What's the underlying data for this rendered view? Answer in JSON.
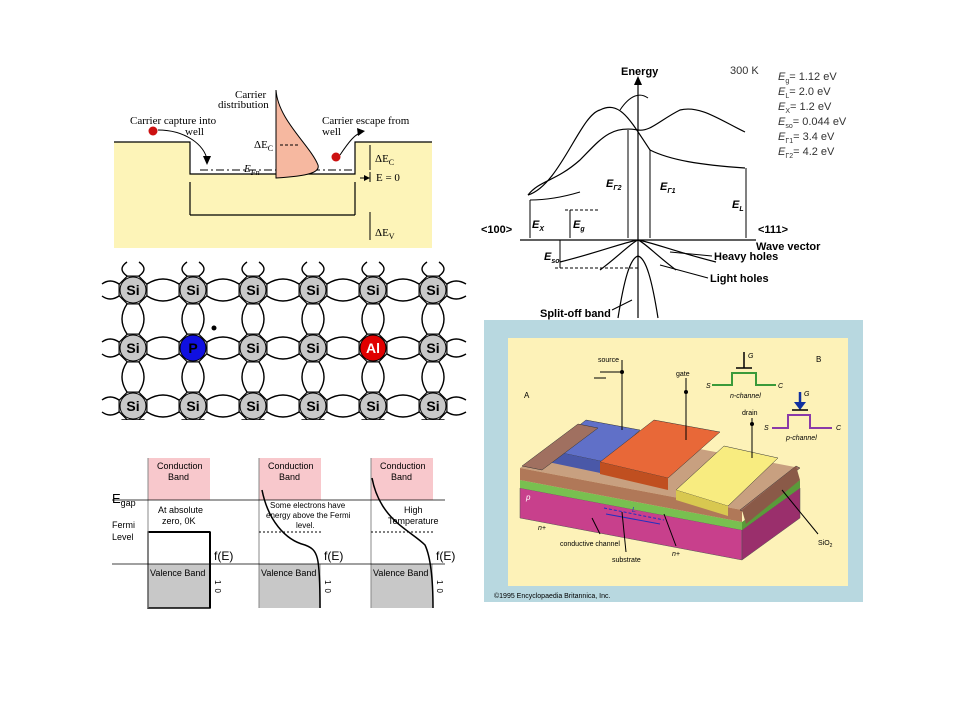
{
  "quantum_well": {
    "capture_label_1": "Carrier capture into",
    "capture_label_2": "well",
    "distribution_label_1": "Carrier",
    "distribution_label_2": "distribution",
    "escape_label_1": "Carrier escape from",
    "escape_label_2": "well",
    "delta_ec_inside": "ΔE",
    "delta_ec_inside_sub": "C",
    "efn": "E",
    "efn_sub": "Fn",
    "delta_ec_right": "ΔE",
    "delta_ec_right_sub": "C",
    "e_zero": "E = 0",
    "delta_ev": "ΔE",
    "delta_ev_sub": "V",
    "colors": {
      "band": "#fdf4b8",
      "distribution": "#f6b8a0",
      "carrier": "#cc1111"
    }
  },
  "band_structure": {
    "energy_label": "Energy",
    "temperature": "300 K",
    "params": [
      {
        "sym": "E",
        "sub": "g",
        "val": "= 1.12 eV"
      },
      {
        "sym": "E",
        "sub": "L",
        "val": "= 2.0 eV"
      },
      {
        "sym": "E",
        "sub": "X",
        "val": "= 1.2 eV"
      },
      {
        "sym": "E",
        "sub": "so",
        "val": "= 0.044 eV"
      },
      {
        "sym": "E",
        "sub": "Γ1",
        "val": "= 3.4 eV"
      },
      {
        "sym": "E",
        "sub": "Γ2",
        "val": "= 4.2 eV"
      }
    ],
    "dir_left": "<100>",
    "dir_right": "<111>",
    "wave_vector": "Wave vector",
    "heavy_holes": "Heavy holes",
    "light_holes": "Light holes",
    "split_off": "Split-off band",
    "ex": "E",
    "ex_sub": "X",
    "eg": "E",
    "eg_sub": "g",
    "eso": "E",
    "eso_sub": "so",
    "eg2": "E",
    "eg2_sub": "Γ2",
    "eg1": "E",
    "eg1_sub": "Γ1",
    "el": "E",
    "el_sub": "L"
  },
  "lattice": {
    "host_atom": "Si",
    "donor_atom": "P",
    "acceptor_atom": "Al",
    "colors": {
      "host": "#c8c8c8",
      "donor": "#1010e0",
      "acceptor": "#e00000"
    }
  },
  "fermi": {
    "egap": "E",
    "egap_sub": "gap",
    "fermi_level_1": "Fermi",
    "fermi_level_2": "Level",
    "conduction_1": "Conduction",
    "conduction_2": "Band",
    "valence": "Valence Band",
    "fe": "f(E)",
    "tick_1": "1",
    "tick_0": "0",
    "panel1_text_1": "At absolute",
    "panel1_text_2": "zero, 0K",
    "panel2_text_1": "Some electrons have",
    "panel2_text_2": "energy above the Fermi",
    "panel2_text_3": "level.",
    "panel3_text_1": "High",
    "panel3_text_2": "Temperature",
    "colors": {
      "conduction": "#f8c8cc",
      "valence": "#c8c8c8"
    }
  },
  "mosfet": {
    "label_a": "A",
    "label_b": "B",
    "source": "source",
    "gate": "gate",
    "drain": "drain",
    "p_label": "p",
    "nplus_left": "n+",
    "nplus_right": "n+",
    "conductive_channel": "conductive channel",
    "substrate": "substrate",
    "length": "L",
    "sio2": "SiO",
    "sio2_sub": "2",
    "n_channel": "n-channel",
    "p_channel": "p-channel",
    "s": "S",
    "c": "C",
    "g": "G",
    "copyright": "©1995 Encyclopaedia Britannica, Inc.",
    "colors": {
      "frame": "#b8d8e0",
      "background": "#fdf2b8",
      "substrate": "#c8408c",
      "source": "#6070c8",
      "gate": "#e86838",
      "drain": "#f8ec80",
      "green": "#78c050",
      "brown": "#a07060"
    }
  }
}
